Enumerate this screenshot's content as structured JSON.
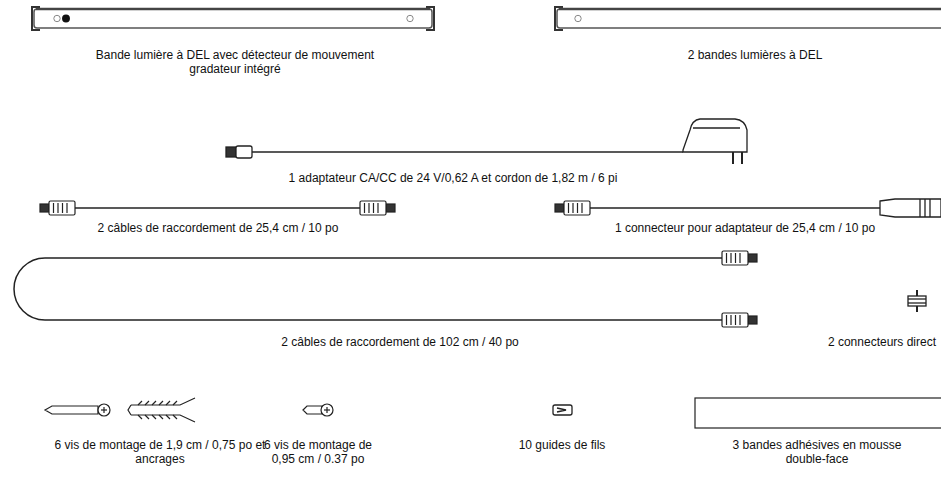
{
  "diagram": {
    "labels": [
      "Bande lumière à DEL avec détecteur de mouvement gradateur intégré",
      "2 bandes lumières à DEL",
      "1 adaptateur CA/CC de 24 V/0,62 A et cordon de 1,82 m / 6 pi",
      "2 câbles de raccordement de 25,4 cm / 10 po",
      "1 connecteur pour adaptateur de 25,4 cm / 10 po",
      "2 câbles de raccordement de 102 cm / 40 po",
      "2 connecteurs direct",
      "6 vis de montage de 1,9 cm / 0,75 po et ancrages",
      "6 vis de montage de 0,95 cm / 0.37 po",
      "10 guides de fils",
      "3 bandes adhésives en mousse double-face"
    ]
  }
}
